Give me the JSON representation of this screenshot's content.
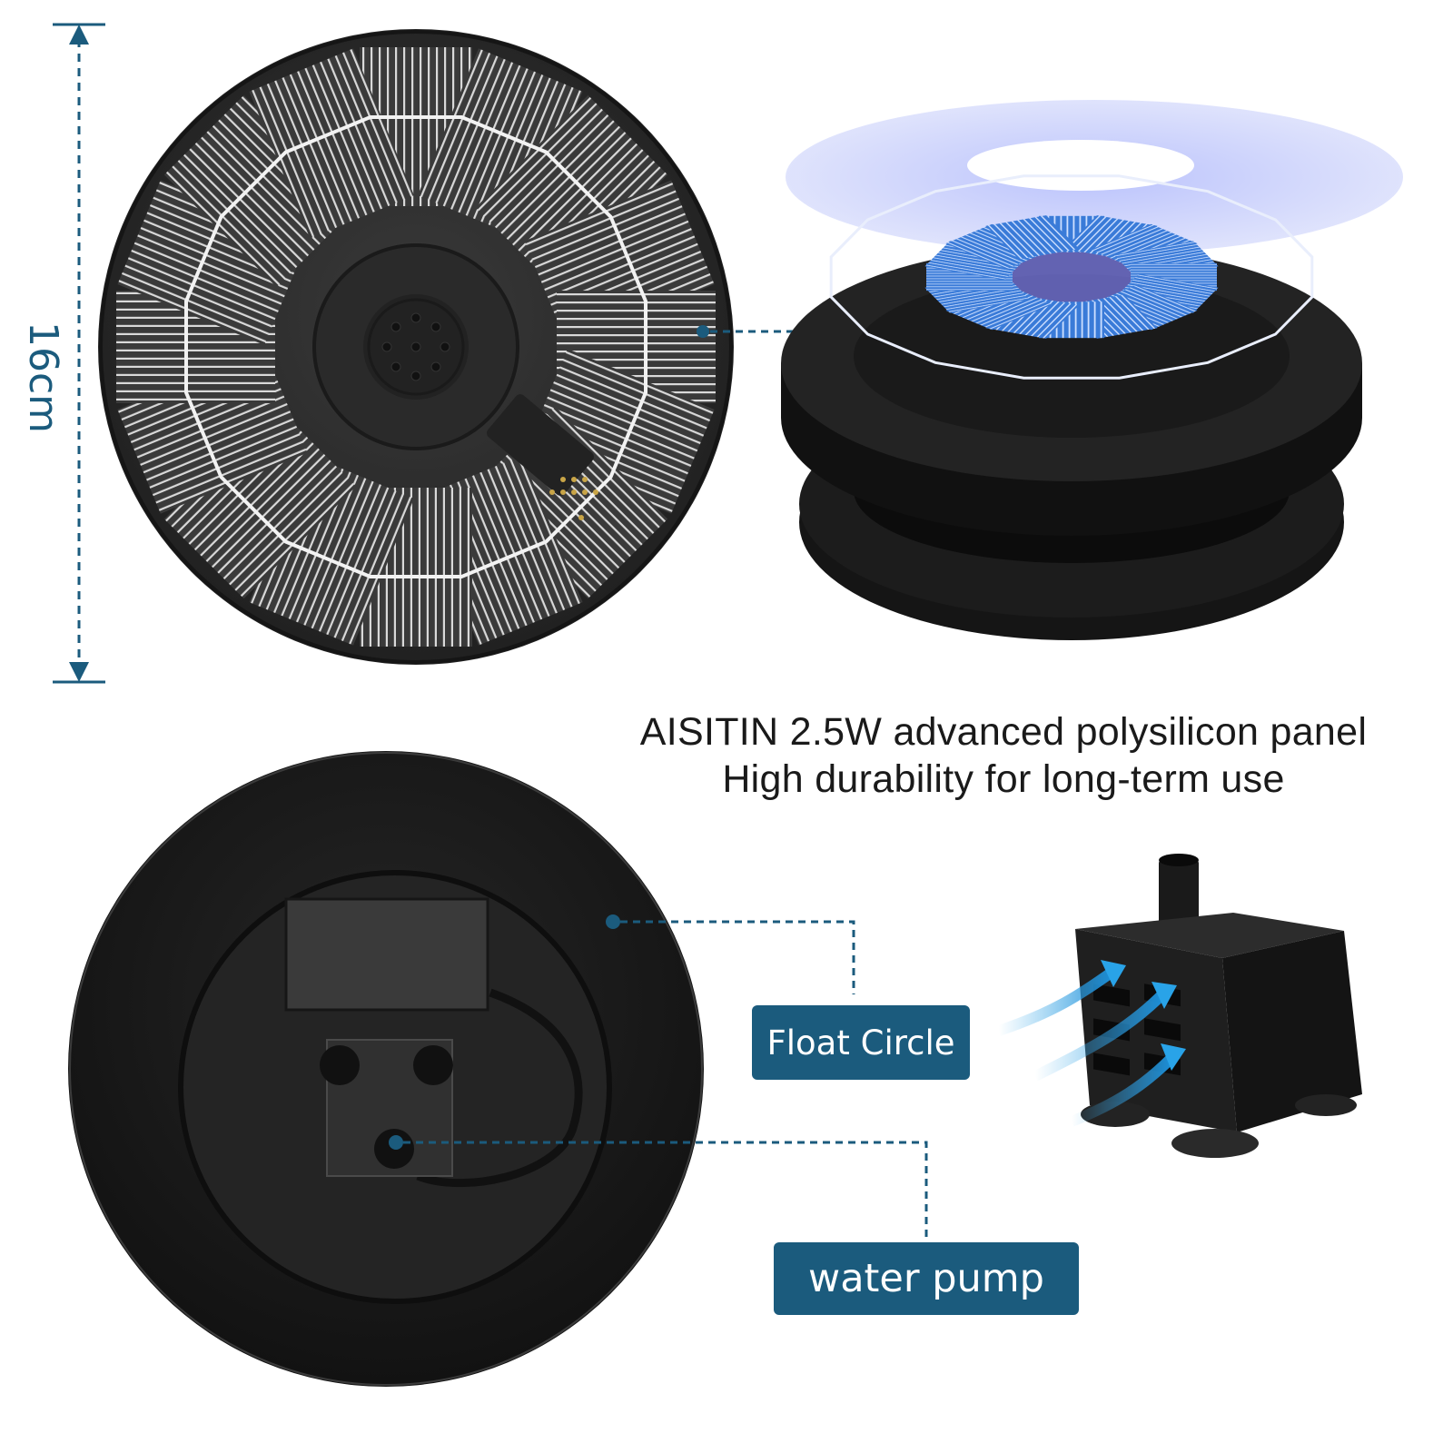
{
  "dimension": {
    "label": "16cm"
  },
  "headline": {
    "line1": "AISITIN 2.5W advanced polysilicon panel",
    "line2": "High durability for long-term use"
  },
  "callouts": {
    "float_circle": "Float Circle",
    "water_pump": "water pump"
  },
  "colors": {
    "accent": "#1b5b7d",
    "panel_body": "#2b2b2b",
    "solar_cell_blue": "#3d7fd6",
    "water_glow": "#c9d2fb"
  },
  "icons": [
    "dimension-arrow-icon",
    "callout-dot-icon",
    "water-flow-arrow-icon"
  ]
}
